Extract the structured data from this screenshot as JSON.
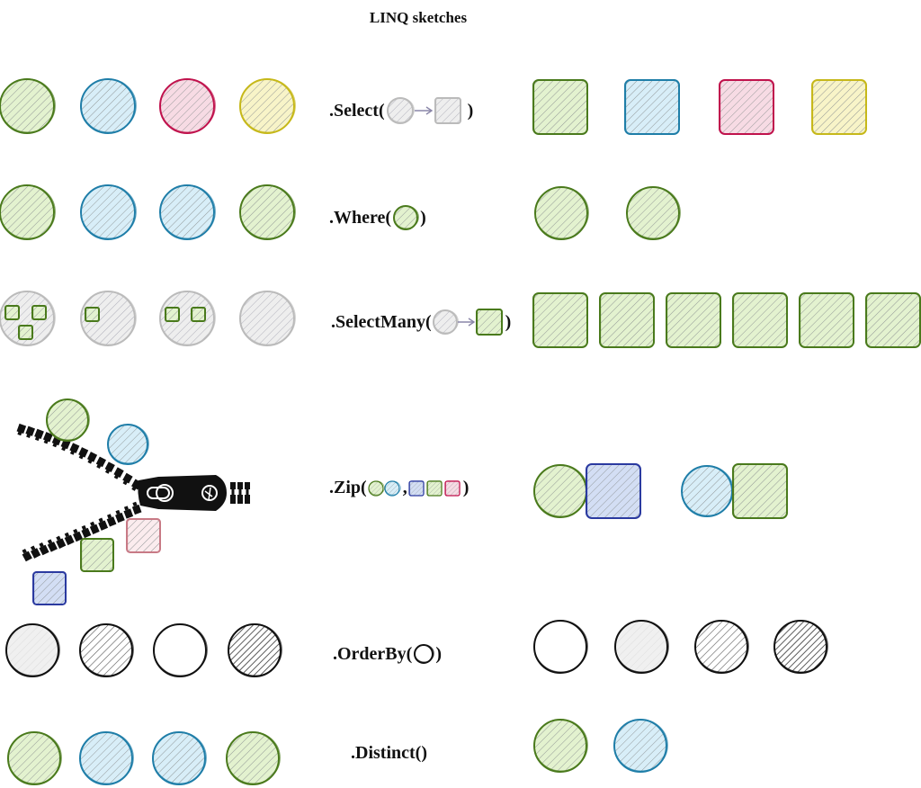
{
  "title": "LINQ sketches",
  "colors": {
    "green": {
      "stroke": "#4a7a1c",
      "fill": "#e3f2cf"
    },
    "blue": {
      "stroke": "#1f7ea8",
      "fill": "#d8eef8"
    },
    "red": {
      "stroke": "#c0134d",
      "fill": "#f7dbe4"
    },
    "yellow": {
      "stroke": "#c6b81a",
      "fill": "#f8f4c8"
    },
    "gray": {
      "stroke": "#bbbbbb",
      "fill": "#eeeeee"
    },
    "navy": {
      "stroke": "#2b3aa0",
      "fill": "#d3def4"
    },
    "pink": {
      "stroke": "#c87a86",
      "fill": "#fbecee"
    },
    "black": {
      "stroke": "#111111",
      "fill": "#ffffff"
    }
  },
  "rows": [
    {
      "id": "select",
      "label_prefix": ".Select(",
      "label_suffix": " )",
      "input": [
        {
          "shape": "circle",
          "color": "green"
        },
        {
          "shape": "circle",
          "color": "blue"
        },
        {
          "shape": "circle",
          "color": "red"
        },
        {
          "shape": "circle",
          "color": "yellow"
        }
      ],
      "output": [
        {
          "shape": "square",
          "color": "green"
        },
        {
          "shape": "square",
          "color": "blue"
        },
        {
          "shape": "square",
          "color": "red"
        },
        {
          "shape": "square",
          "color": "yellow"
        }
      ]
    },
    {
      "id": "where",
      "label_prefix": ".Where(",
      "label_suffix": " )",
      "input": [
        {
          "shape": "circle",
          "color": "green"
        },
        {
          "shape": "circle",
          "color": "blue"
        },
        {
          "shape": "circle",
          "color": "blue"
        },
        {
          "shape": "circle",
          "color": "green"
        }
      ],
      "output": [
        {
          "shape": "circle",
          "color": "green"
        },
        {
          "shape": "circle",
          "color": "green"
        }
      ]
    },
    {
      "id": "selectmany",
      "label_prefix": ".SelectMany(",
      "label_suffix": ")",
      "input": [
        {
          "shape": "circle",
          "color": "gray",
          "inner_squares": 3
        },
        {
          "shape": "circle",
          "color": "gray",
          "inner_squares": 1
        },
        {
          "shape": "circle",
          "color": "gray",
          "inner_squares": 2
        },
        {
          "shape": "circle",
          "color": "gray",
          "inner_squares": 0
        }
      ],
      "output": [
        {
          "shape": "square",
          "color": "green"
        },
        {
          "shape": "square",
          "color": "green"
        },
        {
          "shape": "square",
          "color": "green"
        },
        {
          "shape": "square",
          "color": "green"
        },
        {
          "shape": "square",
          "color": "green"
        },
        {
          "shape": "square",
          "color": "green"
        }
      ]
    },
    {
      "id": "zip",
      "label_prefix": ".Zip(",
      "label_separator": ",",
      "label_suffix": ")",
      "input_first": [
        {
          "shape": "circle",
          "color": "green"
        },
        {
          "shape": "circle",
          "color": "blue"
        }
      ],
      "input_second": [
        {
          "shape": "square",
          "color": "navy"
        },
        {
          "shape": "square",
          "color": "green"
        },
        {
          "shape": "square",
          "color": "pink"
        }
      ],
      "output_pairs": [
        [
          {
            "shape": "circle",
            "color": "green"
          },
          {
            "shape": "square",
            "color": "navy"
          }
        ],
        [
          {
            "shape": "circle",
            "color": "blue"
          },
          {
            "shape": "square",
            "color": "green"
          }
        ]
      ]
    },
    {
      "id": "orderby",
      "label_prefix": ".OrderBy(",
      "label_suffix": ")",
      "input": [
        {
          "shape": "circle",
          "color": "black",
          "shade": "light"
        },
        {
          "shape": "circle",
          "color": "black",
          "shade": "medium"
        },
        {
          "shape": "circle",
          "color": "black",
          "shade": "none"
        },
        {
          "shape": "circle",
          "color": "black",
          "shade": "dark"
        }
      ],
      "output": [
        {
          "shape": "circle",
          "color": "black",
          "shade": "none"
        },
        {
          "shape": "circle",
          "color": "black",
          "shade": "light"
        },
        {
          "shape": "circle",
          "color": "black",
          "shade": "medium"
        },
        {
          "shape": "circle",
          "color": "black",
          "shade": "dark"
        }
      ]
    },
    {
      "id": "distinct",
      "label_prefix": ".Distinct()",
      "label_suffix": "",
      "input": [
        {
          "shape": "circle",
          "color": "green"
        },
        {
          "shape": "circle",
          "color": "blue"
        },
        {
          "shape": "circle",
          "color": "blue"
        },
        {
          "shape": "circle",
          "color": "green"
        }
      ],
      "output": [
        {
          "shape": "circle",
          "color": "green"
        },
        {
          "shape": "circle",
          "color": "blue"
        }
      ]
    }
  ]
}
